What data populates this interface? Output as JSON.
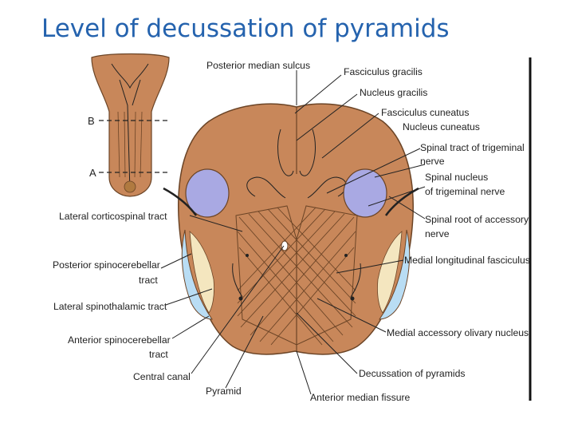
{
  "title": "Level of decussation of pyramids",
  "colors": {
    "title": "#2563ae",
    "tissue": "#c8875a",
    "tissue_dark": "#8a5a34",
    "nucleus_blue": "#a9a9e3",
    "tract_blue": "#b9ddf4",
    "tract_cream": "#f4e6bf"
  },
  "inset": {
    "level_b": "B",
    "level_a": "A"
  },
  "labels": {
    "posterior_median_sulcus": "Posterior median sulcus",
    "fasciculus_gracilis": "Fasciculus gracilis",
    "nucleus_gracilis": "Nucleus gracilis",
    "fasciculus_cuneatus": "Fasciculus cuneatus",
    "nucleus_cuneatus": "Nucleus cuneatus",
    "spinal_tract_trigeminal_1": "Spinal tract of trigeminal",
    "spinal_tract_trigeminal_2": "nerve",
    "spinal_nucleus_trigeminal_1": "Spinal nucleus",
    "spinal_nucleus_trigeminal_2": "of trigeminal nerve",
    "spinal_root_accessory_1": "Spinal root of accessory",
    "spinal_root_accessory_2": "nerve",
    "medial_longitudinal_fasciculus": "Medial longitudinal fasciculus",
    "medial_accessory_olivary_nucleus": "Medial accessory olivary nucleus",
    "decussation_of_pyramids": "Decussation of pyramids",
    "anterior_median_fissure": "Anterior median fissure",
    "pyramid": "Pyramid",
    "central_canal": "Central canal",
    "anterior_spinocerebellar_1": "Anterior spinocerebellar",
    "anterior_spinocerebellar_2": "tract",
    "lateral_spinothalamic": "Lateral spinothalamic tract",
    "posterior_spinocerebellar_1": "Posterior spinocerebellar",
    "posterior_spinocerebellar_2": "tract",
    "lateral_corticospinal": "Lateral corticospinal tract"
  }
}
